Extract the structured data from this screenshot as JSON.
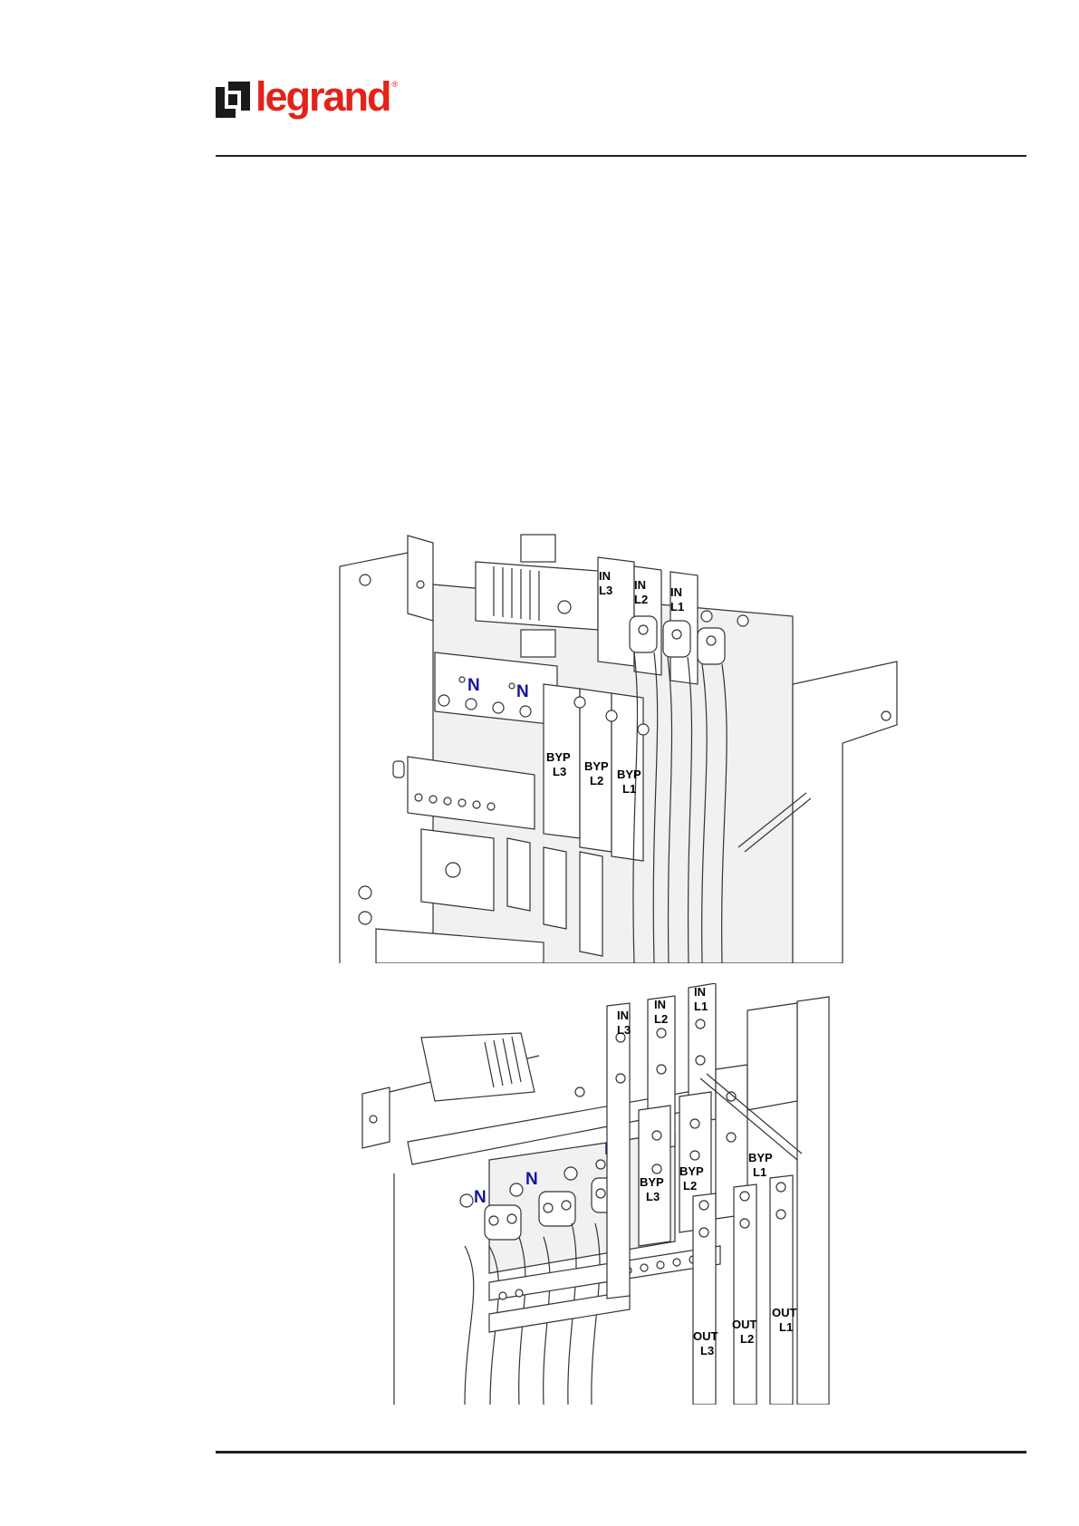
{
  "header": {
    "logo_text": "legrand",
    "logo_reg": "®",
    "brand_color": "#e2231a"
  },
  "figure_top": {
    "neutral": [
      "N",
      "N"
    ],
    "input": [
      {
        "l1": "IN",
        "l2": "L3"
      },
      {
        "l1": "IN",
        "l2": "L2"
      },
      {
        "l1": "IN",
        "l2": "L1"
      }
    ],
    "bypass": [
      {
        "l1": "BYP",
        "l2": "L3"
      },
      {
        "l1": "BYP",
        "l2": "L2"
      },
      {
        "l1": "BYP",
        "l2": "L1"
      }
    ]
  },
  "figure_bottom": {
    "neutral": [
      "N",
      "N",
      "N"
    ],
    "input": [
      {
        "l1": "IN",
        "l2": "L3"
      },
      {
        "l1": "IN",
        "l2": "L2"
      },
      {
        "l1": "IN",
        "l2": "L1"
      }
    ],
    "bypass": [
      {
        "l1": "BYP",
        "l2": "L3"
      },
      {
        "l1": "BYP",
        "l2": "L2"
      },
      {
        "l1": "BYP",
        "l2": "L1"
      }
    ],
    "output": [
      {
        "l1": "OUT",
        "l2": "L3"
      },
      {
        "l1": "OUT",
        "l2": "L2"
      },
      {
        "l1": "OUT",
        "l2": "L1"
      }
    ]
  }
}
